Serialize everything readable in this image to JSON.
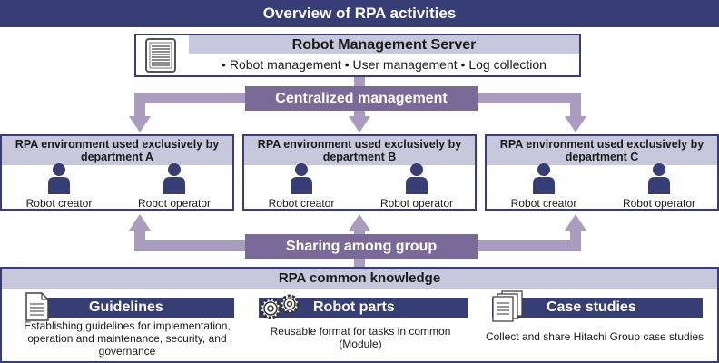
{
  "title": "Overview of RPA activities",
  "server": {
    "title": "Robot Management Server",
    "features": "• Robot management • User management • Log collection",
    "icon": "server-rack-icon"
  },
  "centralized_label": "Centralized management",
  "sharing_label": "Sharing among group",
  "departments": [
    {
      "title": "RPA environment used exclusively by department A",
      "creator": "Robot creator",
      "operator": "Robot operator"
    },
    {
      "title": "RPA environment used exclusively by department B",
      "creator": "Robot creator",
      "operator": "Robot operator"
    },
    {
      "title": "RPA environment used exclusively by department C",
      "creator": "Robot creator",
      "operator": "Robot operator"
    }
  ],
  "knowledge": {
    "title": "RPA common knowledge",
    "items": [
      {
        "label": "Guidelines",
        "icon": "document-icon",
        "description": "Establishing guidelines for implementation, operation and maintenance, security, and governance"
      },
      {
        "label": "Robot parts",
        "icon": "gears-icon",
        "description": "Reusable format for tasks in common (Module)"
      },
      {
        "label": "Case studies",
        "icon": "documents-stack-icon",
        "description": "Collect and share Hitachi Group case studies"
      }
    ]
  },
  "colors": {
    "navy": "#373e75",
    "purple": "#7a6a98",
    "arrow": "#a99cbf",
    "lavender": "#c8c8dc"
  }
}
